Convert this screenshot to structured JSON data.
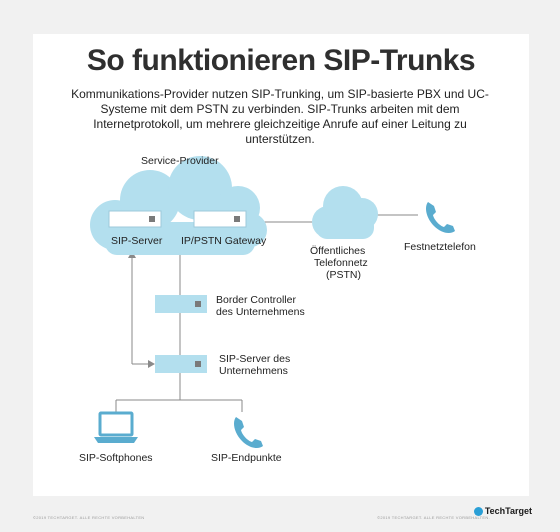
{
  "title": "So funktionieren SIP-Trunks",
  "description": "Kommunikations-Provider nutzen SIP-Trunking, um SIP-basierte PBX und UC-Systeme mit dem PSTN zu verbinden. SIP-Trunks arbeiten mit dem Internetprotokoll, um mehrere gleichzeitige Anrufe auf einer Leitung zu unterstützen.",
  "labels": {
    "service_provider": "Service-Provider",
    "sip_server": "SIP-Server",
    "ip_pstn_gateway": "IP/PSTN Gateway",
    "pstn_line1": "Öffentliches",
    "pstn_line2": "Telefonnetz",
    "pstn_line3": "(PSTN)",
    "festnetztelefon": "Festnetztelefon",
    "border_line1": "Border Controller",
    "border_line2": "des Unternehmens",
    "sipent_line1": "SIP-Server des",
    "sipent_line2": "Unternehmens",
    "softphones": "SIP-Softphones",
    "endpunkte": "SIP-Endpunkte"
  },
  "footer": {
    "left": "©2019 TECHTARGET. ALLE RECHTE VORBEHALTEN",
    "right": "©2019 TECHTARGET. ALLE RECHTE VORBEHALTEN.",
    "logo": "TechTarget"
  },
  "colors": {
    "cloud": "#b3dfee",
    "box": "#b3dfee",
    "line": "#8a8a8a",
    "icon": "#5aaccf"
  }
}
